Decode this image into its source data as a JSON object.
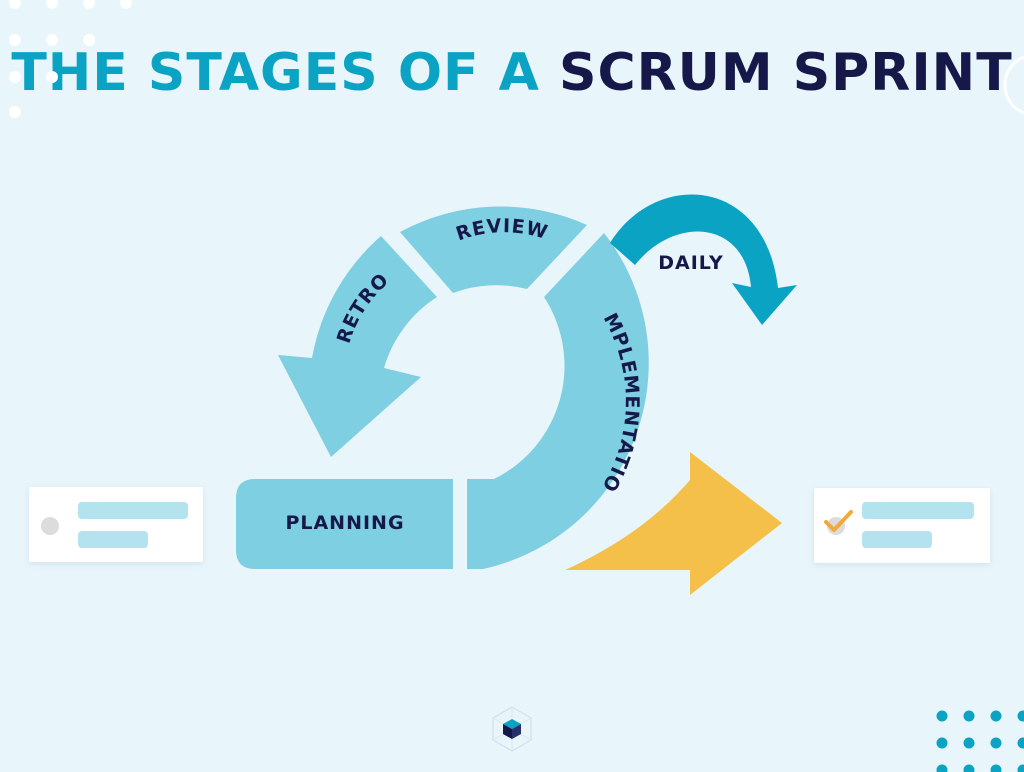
{
  "title": {
    "part_a": "THE STAGES OF A",
    "part_b": "SCRUM SPRINT"
  },
  "stages": {
    "planning": "PLANNING",
    "implementation": "IMPLEMENTATION",
    "review": "REVIEW",
    "retro": "RETRO",
    "daily": "DAILY"
  },
  "colors": {
    "background": "#e8f5fa",
    "title_accent": "#0ba3c4",
    "title_dark": "#16184a",
    "cycle_fill": "#7ecfe1",
    "daily_arrow": "#0ba3c4",
    "output_arrow": "#f5c04a",
    "card_bar": "#b3e3ee",
    "check_mark": "#f2a93b",
    "dot_white": "#ffffff",
    "dot_teal": "#0ba3c4"
  },
  "icons": {
    "input_card": "backlog-card-icon",
    "output_card": "done-card-icon",
    "logo": "cube-logo-icon"
  }
}
